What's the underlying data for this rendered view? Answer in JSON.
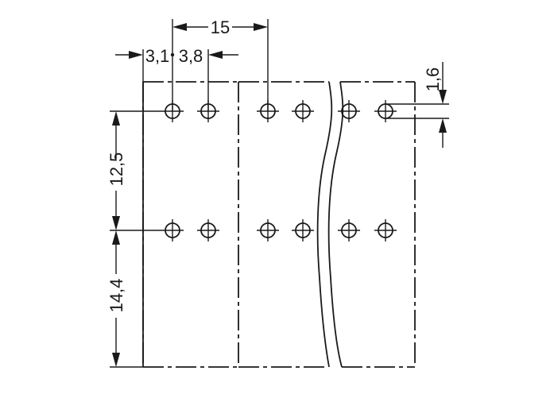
{
  "drawing": {
    "type": "pcb-footprint-dimension-drawing",
    "line_color": "#1a1a1a",
    "background": "#ffffff",
    "dimensions": {
      "pitch": "15",
      "offset_left": "3,1",
      "offset_right": "3,8",
      "hole_spacing_vertical": "1,6",
      "row_spacing": "12,5",
      "bottom_offset": "14,4"
    },
    "hole_rows": 2,
    "hole_columns": 6,
    "break_symbol": "wavy-break-lines"
  }
}
